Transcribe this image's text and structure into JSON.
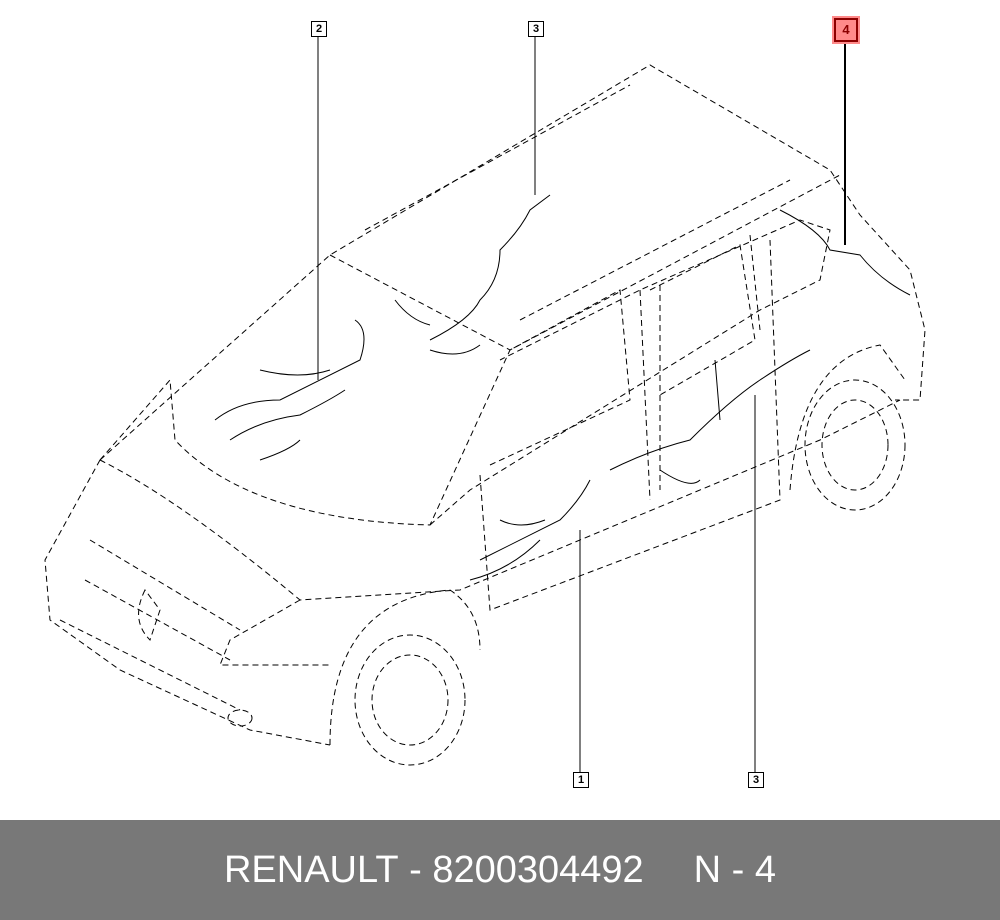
{
  "callouts": [
    {
      "id": "c2",
      "label": "2"
    },
    {
      "id": "c3top",
      "label": "3"
    },
    {
      "id": "c4",
      "label": "4",
      "highlighted": true
    },
    {
      "id": "c1",
      "label": "1"
    },
    {
      "id": "c3bot",
      "label": "3"
    }
  ],
  "footer": {
    "brand": "RENAULT",
    "separator": " - ",
    "part_number": "8200304492",
    "position": "N - 4"
  },
  "colors": {
    "highlight": "#ff8a8a",
    "footer_bg": "#787878"
  }
}
